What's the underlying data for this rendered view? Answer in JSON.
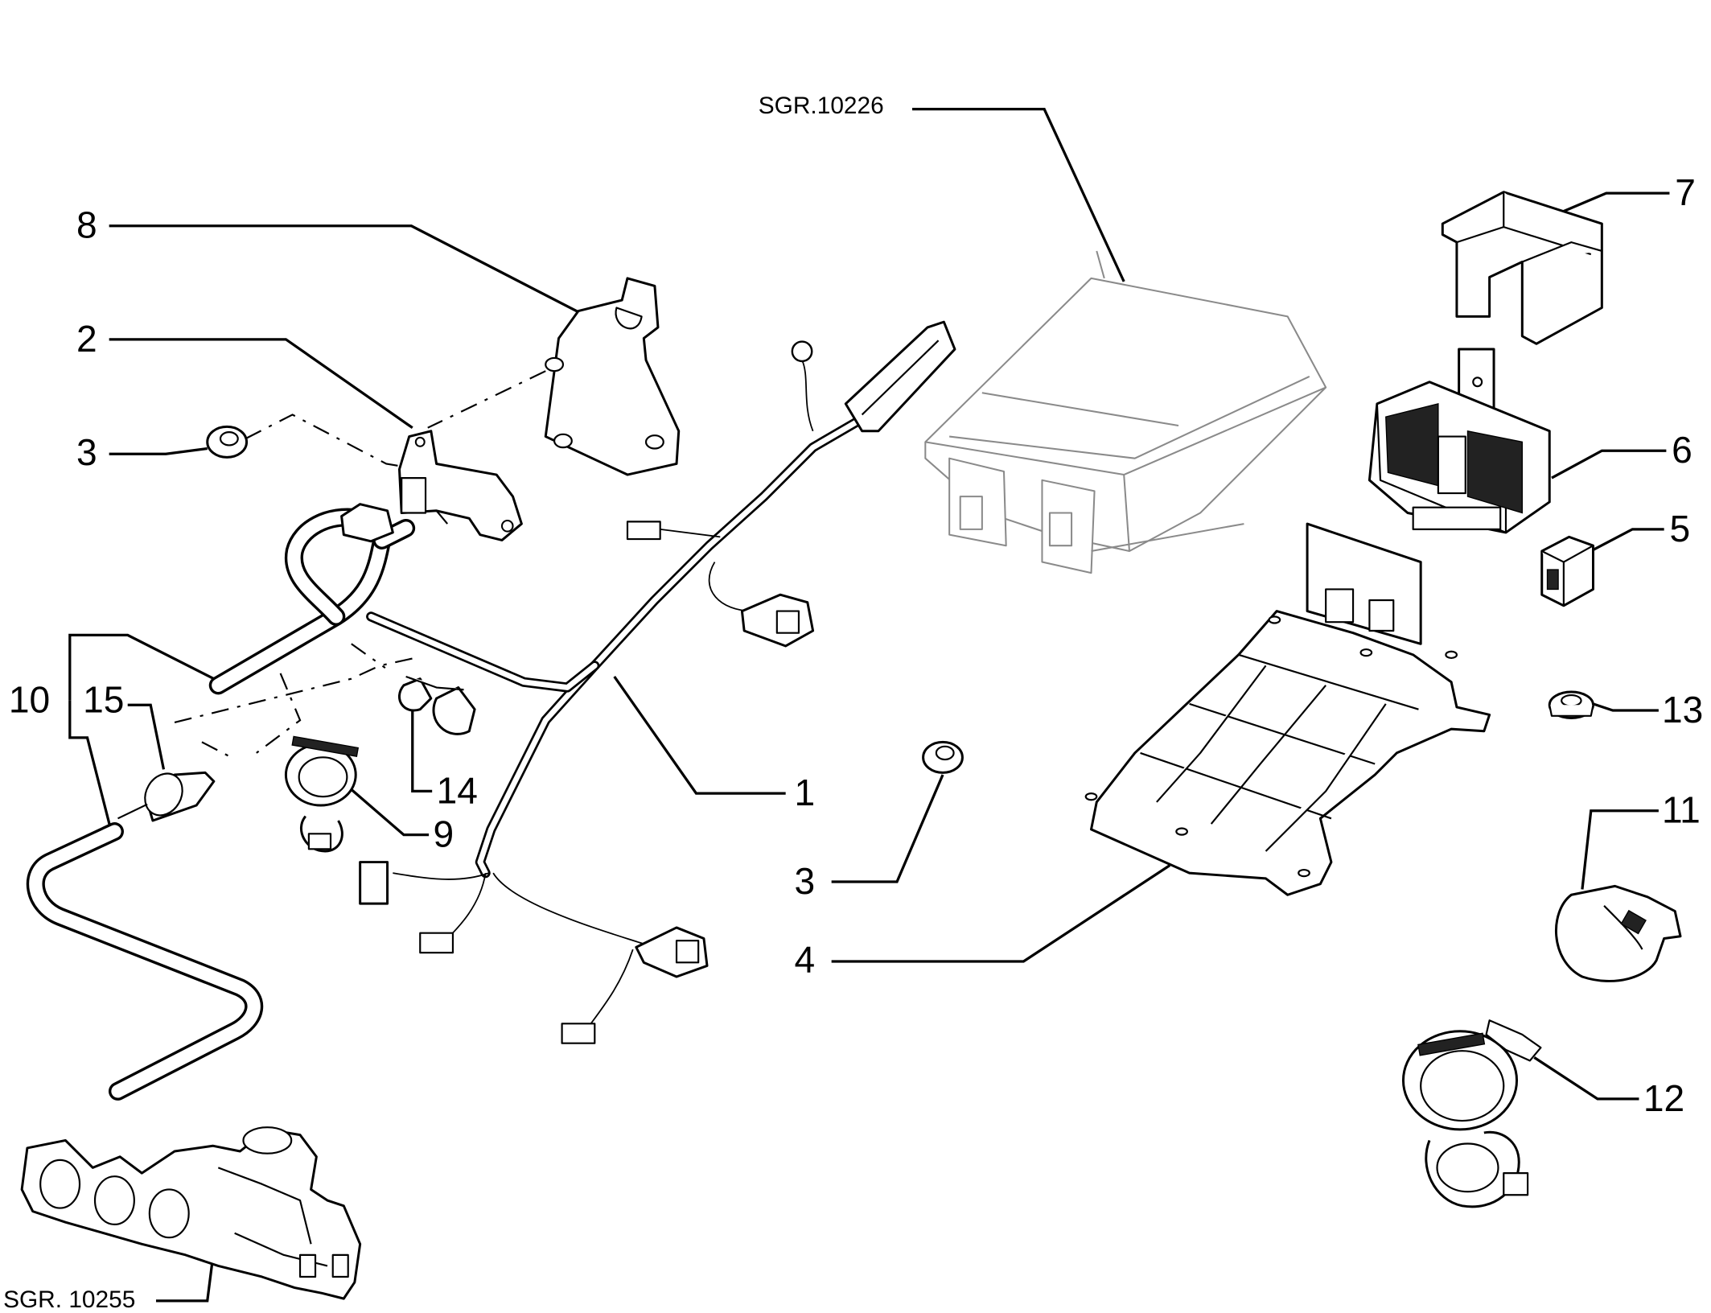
{
  "diagram": {
    "references": {
      "ecu_ref": "SGR.10226",
      "manifold_ref": "SGR. 10255"
    },
    "callouts": {
      "c1": "1",
      "c2": "2",
      "c3a": "3",
      "c3b": "3",
      "c4": "4",
      "c5": "5",
      "c6": "6",
      "c7": "7",
      "c8": "8",
      "c9": "9",
      "c10": "10",
      "c11": "11",
      "c12": "12",
      "c13": "13",
      "c14": "14",
      "c15": "15"
    },
    "parts": [
      "wiring-harness",
      "sensor",
      "nut",
      "mounting-tray",
      "relay",
      "relay",
      "relay-cover",
      "bracket",
      "hose-clamp",
      "vacuum-hose",
      "clip",
      "hose-clamp",
      "nut",
      "clip",
      "filter"
    ]
  }
}
